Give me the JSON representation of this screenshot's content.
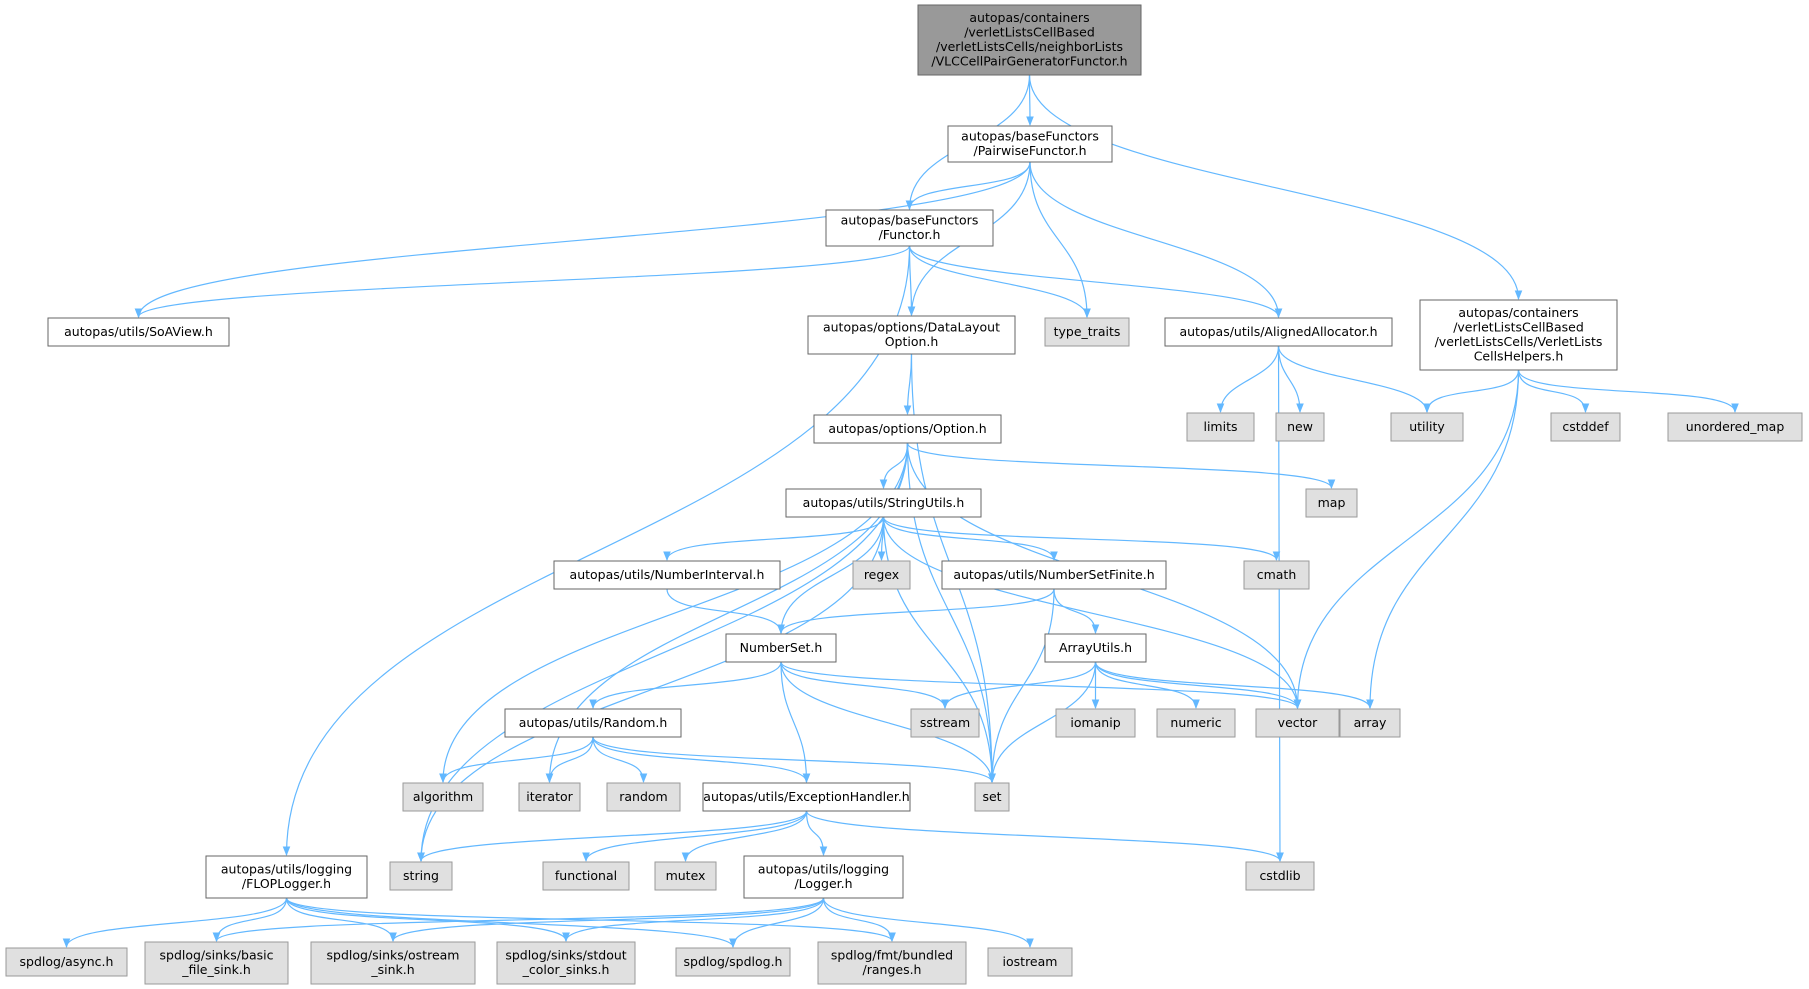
{
  "colors": {
    "edge": "#63b8ff",
    "root_fill": "#999999",
    "file_fill": "#ffffff",
    "system_fill": "#e0e0e0",
    "border": "#666666"
  },
  "nodes": [
    {
      "id": "root",
      "kind": "root",
      "lines": [
        "autopas/containers",
        "/verletListsCellBased",
        "/verletListsCells/neighborLists",
        "/VLCCellPairGeneratorFunctor.h"
      ]
    },
    {
      "id": "pairwise",
      "kind": "file",
      "lines": [
        "autopas/baseFunctors",
        "/PairwiseFunctor.h"
      ]
    },
    {
      "id": "functor",
      "kind": "file",
      "lines": [
        "autopas/baseFunctors",
        "/Functor.h"
      ]
    },
    {
      "id": "vlchelpers",
      "kind": "file",
      "lines": [
        "autopas/containers",
        "/verletListsCellBased",
        "/verletListsCells/VerletLists",
        "CellsHelpers.h"
      ]
    },
    {
      "id": "soaview",
      "kind": "file",
      "lines": [
        "autopas/utils/SoAView.h"
      ]
    },
    {
      "id": "datalayout",
      "kind": "file",
      "lines": [
        "autopas/options/DataLayout",
        "Option.h"
      ]
    },
    {
      "id": "typetraits",
      "kind": "sys",
      "lines": [
        "type_traits"
      ]
    },
    {
      "id": "aligned",
      "kind": "file",
      "lines": [
        "autopas/utils/AlignedAllocator.h"
      ]
    },
    {
      "id": "limits",
      "kind": "sys",
      "lines": [
        "limits"
      ]
    },
    {
      "id": "new",
      "kind": "sys",
      "lines": [
        "new"
      ]
    },
    {
      "id": "utility",
      "kind": "sys",
      "lines": [
        "utility"
      ]
    },
    {
      "id": "cstddef",
      "kind": "sys",
      "lines": [
        "cstddef"
      ]
    },
    {
      "id": "unordered_map",
      "kind": "sys",
      "lines": [
        "unordered_map"
      ]
    },
    {
      "id": "option",
      "kind": "file",
      "lines": [
        "autopas/options/Option.h"
      ]
    },
    {
      "id": "map",
      "kind": "sys",
      "lines": [
        "map"
      ]
    },
    {
      "id": "stringutils",
      "kind": "file",
      "lines": [
        "autopas/utils/StringUtils.h"
      ]
    },
    {
      "id": "numinterval",
      "kind": "file",
      "lines": [
        "autopas/utils/NumberInterval.h"
      ]
    },
    {
      "id": "regex",
      "kind": "sys",
      "lines": [
        "regex"
      ]
    },
    {
      "id": "numsetfinite",
      "kind": "file",
      "lines": [
        "autopas/utils/NumberSetFinite.h"
      ]
    },
    {
      "id": "cmath",
      "kind": "sys",
      "lines": [
        "cmath"
      ]
    },
    {
      "id": "numberset",
      "kind": "file",
      "lines": [
        "NumberSet.h"
      ]
    },
    {
      "id": "arrayutils",
      "kind": "file",
      "lines": [
        "ArrayUtils.h"
      ]
    },
    {
      "id": "random_h",
      "kind": "file",
      "lines": [
        "autopas/utils/Random.h"
      ]
    },
    {
      "id": "sstream",
      "kind": "sys",
      "lines": [
        "sstream"
      ]
    },
    {
      "id": "iomanip",
      "kind": "sys",
      "lines": [
        "iomanip"
      ]
    },
    {
      "id": "numeric",
      "kind": "sys",
      "lines": [
        "numeric"
      ]
    },
    {
      "id": "vector",
      "kind": "sys",
      "lines": [
        "vector"
      ]
    },
    {
      "id": "array",
      "kind": "sys",
      "lines": [
        "array"
      ]
    },
    {
      "id": "algorithm",
      "kind": "sys",
      "lines": [
        "algorithm"
      ]
    },
    {
      "id": "iterator",
      "kind": "sys",
      "lines": [
        "iterator"
      ]
    },
    {
      "id": "random",
      "kind": "sys",
      "lines": [
        "random"
      ]
    },
    {
      "id": "exception",
      "kind": "file",
      "lines": [
        "autopas/utils/ExceptionHandler.h"
      ]
    },
    {
      "id": "set",
      "kind": "sys",
      "lines": [
        "set"
      ]
    },
    {
      "id": "floplogger",
      "kind": "file",
      "lines": [
        "autopas/utils/logging",
        "/FLOPLogger.h"
      ]
    },
    {
      "id": "string",
      "kind": "sys",
      "lines": [
        "string"
      ]
    },
    {
      "id": "functional",
      "kind": "sys",
      "lines": [
        "functional"
      ]
    },
    {
      "id": "mutex",
      "kind": "sys",
      "lines": [
        "mutex"
      ]
    },
    {
      "id": "logger",
      "kind": "file",
      "lines": [
        "autopas/utils/logging",
        "/Logger.h"
      ]
    },
    {
      "id": "cstdlib",
      "kind": "sys",
      "lines": [
        "cstdlib"
      ]
    },
    {
      "id": "spdasync",
      "kind": "sys",
      "lines": [
        "spdlog/async.h"
      ]
    },
    {
      "id": "basicfile",
      "kind": "sys",
      "lines": [
        "spdlog/sinks/basic",
        "_file_sink.h"
      ]
    },
    {
      "id": "ostreamsink",
      "kind": "sys",
      "lines": [
        "spdlog/sinks/ostream",
        "_sink.h"
      ]
    },
    {
      "id": "stdoutsinks",
      "kind": "sys",
      "lines": [
        "spdlog/sinks/stdout",
        "_color_sinks.h"
      ]
    },
    {
      "id": "spdlog",
      "kind": "sys",
      "lines": [
        "spdlog/spdlog.h"
      ]
    },
    {
      "id": "ranges",
      "kind": "sys",
      "lines": [
        "spdlog/fmt/bundled",
        "/ranges.h"
      ]
    },
    {
      "id": "iostream",
      "kind": "sys",
      "lines": [
        "iostream"
      ]
    }
  ],
  "edges": [
    [
      "root",
      "pairwise"
    ],
    [
      "root",
      "functor"
    ],
    [
      "root",
      "vlchelpers"
    ],
    [
      "pairwise",
      "soaview"
    ],
    [
      "pairwise",
      "functor"
    ],
    [
      "pairwise",
      "datalayout"
    ],
    [
      "pairwise",
      "typetraits"
    ],
    [
      "pairwise",
      "aligned"
    ],
    [
      "functor",
      "soaview"
    ],
    [
      "functor",
      "datalayout"
    ],
    [
      "functor",
      "typetraits"
    ],
    [
      "functor",
      "aligned"
    ],
    [
      "functor",
      "floplogger"
    ],
    [
      "vlchelpers",
      "utility"
    ],
    [
      "vlchelpers",
      "cstddef"
    ],
    [
      "vlchelpers",
      "unordered_map"
    ],
    [
      "vlchelpers",
      "vector"
    ],
    [
      "vlchelpers",
      "array"
    ],
    [
      "aligned",
      "limits"
    ],
    [
      "aligned",
      "new"
    ],
    [
      "aligned",
      "utility"
    ],
    [
      "aligned",
      "cstdlib"
    ],
    [
      "datalayout",
      "option"
    ],
    [
      "datalayout",
      "set"
    ],
    [
      "option",
      "stringutils"
    ],
    [
      "option",
      "map"
    ],
    [
      "option",
      "vector"
    ],
    [
      "option",
      "set"
    ],
    [
      "option",
      "string"
    ],
    [
      "option",
      "algorithm"
    ],
    [
      "option",
      "iterator"
    ],
    [
      "stringutils",
      "numinterval"
    ],
    [
      "stringutils",
      "regex"
    ],
    [
      "stringutils",
      "numsetfinite"
    ],
    [
      "stringutils",
      "cmath"
    ],
    [
      "stringutils",
      "numberset"
    ],
    [
      "stringutils",
      "vector"
    ],
    [
      "stringutils",
      "set"
    ],
    [
      "stringutils",
      "string"
    ],
    [
      "numinterval",
      "numberset"
    ],
    [
      "numsetfinite",
      "numberset"
    ],
    [
      "numsetfinite",
      "arrayutils"
    ],
    [
      "numsetfinite",
      "set"
    ],
    [
      "numberset",
      "random_h"
    ],
    [
      "numberset",
      "sstream"
    ],
    [
      "numberset",
      "vector"
    ],
    [
      "numberset",
      "exception"
    ],
    [
      "numberset",
      "set"
    ],
    [
      "arrayutils",
      "sstream"
    ],
    [
      "arrayutils",
      "iomanip"
    ],
    [
      "arrayutils",
      "numeric"
    ],
    [
      "arrayutils",
      "vector"
    ],
    [
      "arrayutils",
      "array"
    ],
    [
      "arrayutils",
      "set"
    ],
    [
      "random_h",
      "algorithm"
    ],
    [
      "random_h",
      "iterator"
    ],
    [
      "random_h",
      "random"
    ],
    [
      "random_h",
      "exception"
    ],
    [
      "random_h",
      "set"
    ],
    [
      "exception",
      "string"
    ],
    [
      "exception",
      "functional"
    ],
    [
      "exception",
      "mutex"
    ],
    [
      "exception",
      "logger"
    ],
    [
      "exception",
      "cstdlib"
    ],
    [
      "floplogger",
      "spdasync"
    ],
    [
      "floplogger",
      "basicfile"
    ],
    [
      "floplogger",
      "ostreamsink"
    ],
    [
      "floplogger",
      "stdoutsinks"
    ],
    [
      "floplogger",
      "spdlog"
    ],
    [
      "floplogger",
      "ranges"
    ],
    [
      "logger",
      "basicfile"
    ],
    [
      "logger",
      "ostreamsink"
    ],
    [
      "logger",
      "stdoutsinks"
    ],
    [
      "logger",
      "spdlog"
    ],
    [
      "logger",
      "ranges"
    ],
    [
      "logger",
      "iostream"
    ]
  ]
}
